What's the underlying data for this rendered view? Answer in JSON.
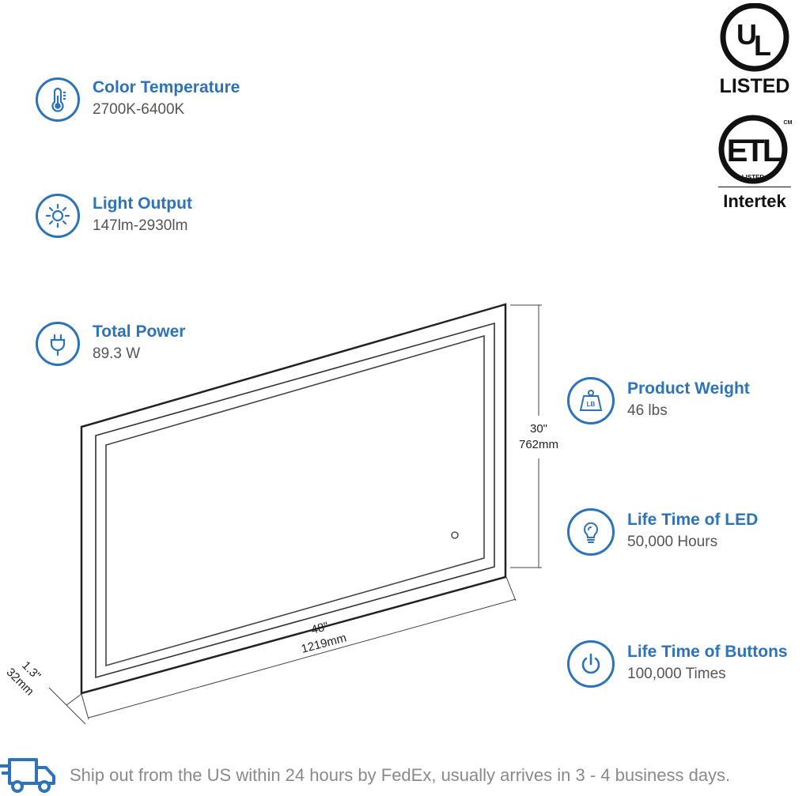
{
  "specs_left": [
    {
      "title": "Color Temperature",
      "value": "2700K-6400K",
      "icon": "thermometer-icon"
    },
    {
      "title": "Light Output",
      "value": "147lm-2930lm",
      "icon": "sun-icon"
    },
    {
      "title": "Total Power",
      "value": "89.3 W",
      "icon": "plug-icon"
    }
  ],
  "specs_right": [
    {
      "title": "Product Weight",
      "value": "46 lbs",
      "icon": "weight-icon",
      "icon_text": "LB"
    },
    {
      "title": "Life Time of LED",
      "value": "50,000 Hours",
      "icon": "lightbulb-icon"
    },
    {
      "title": "Life Time of Buttons",
      "value": "100,000 Times",
      "icon": "power-icon"
    }
  ],
  "certifications": {
    "ul": {
      "mark": "UL",
      "label": "LISTED",
      "registered": "®"
    },
    "etl": {
      "mark": "ETL",
      "label": "Intertek",
      "small": "LISTED",
      "cm": "CM"
    }
  },
  "dimensions": {
    "height_in": "30\"",
    "height_mm": "762mm",
    "width_in": "48\"",
    "width_mm": "1219mm",
    "depth_in": "1.3\"",
    "depth_mm": "32mm"
  },
  "shipping": {
    "text": "Ship out from the US within 24 hours by FedEx, usually arrives in 3 - 4 business days."
  },
  "colors": {
    "accent": "#2c73b9",
    "text_muted": "#555555",
    "footer_text": "#8a8a8a"
  }
}
